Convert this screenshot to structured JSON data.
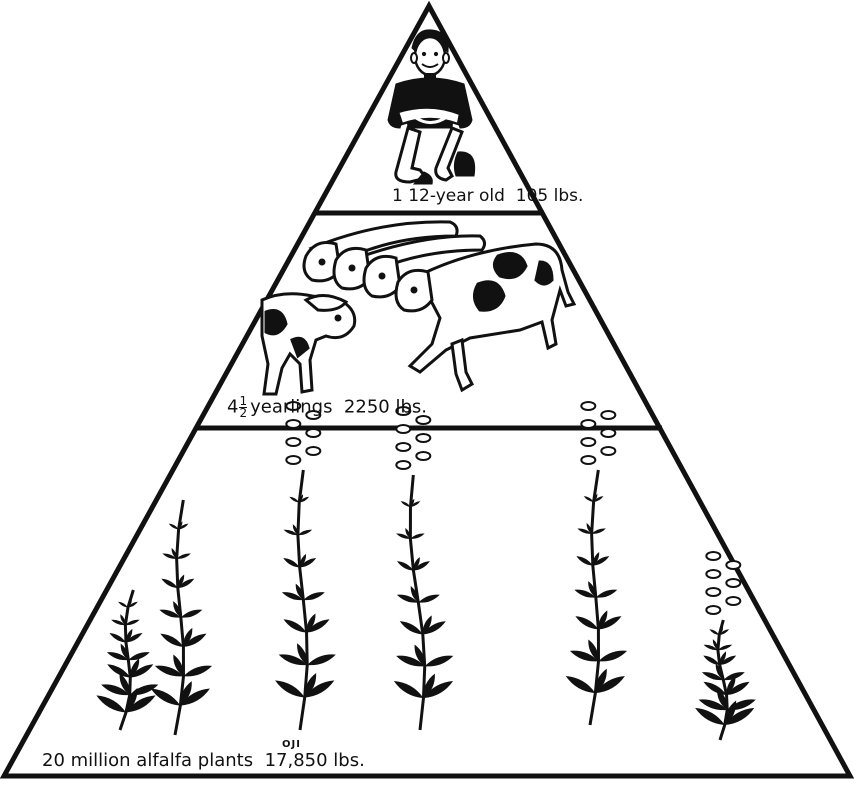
{
  "pyramid": {
    "levels": [
      {
        "name": "boy",
        "count": "1",
        "label": "12-year old",
        "weight": "105 lbs."
      },
      {
        "name": "yearlings",
        "count_whole": "4",
        "count_num": "1",
        "count_den": "2",
        "label": "yearlings",
        "weight": "2250 lbs."
      },
      {
        "name": "alfalfa",
        "label": "20 million alfalfa plants",
        "weight": "17,850 lbs."
      }
    ],
    "signature": "OJI"
  },
  "colors": {
    "ink": "#111111",
    "paper": "#ffffff"
  }
}
